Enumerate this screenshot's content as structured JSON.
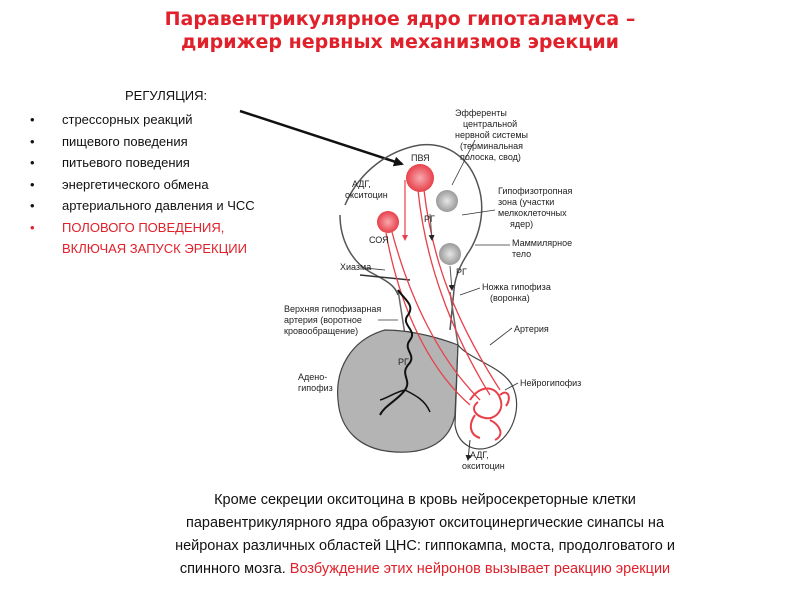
{
  "title": {
    "line1": "Паравентрикулярное  ядро гипоталамуса  –",
    "line2": "дирижер  нервных  механизмов  эрекции"
  },
  "regulation": {
    "heading": "РЕГУЛЯЦИЯ:",
    "bullet": "•",
    "items": [
      "стрессорных реакций",
      "пищевого поведения",
      "питьевого поведения",
      "энергетического обмена",
      "артериального давления и ЧСС"
    ],
    "highlight_line1": "ПОЛОВОГО ПОВЕДЕНИЯ,",
    "highlight_line2": "ВКЛЮЧАЯ ЗАПУСК ЭРЕКЦИИ"
  },
  "diagram": {
    "pvn": "ПВЯ",
    "adh_oxy_top_1": "АДГ,",
    "adh_oxy_top_2": "окситоцин",
    "son": "СОЯ",
    "rg1": "РГ",
    "rg2": "РГ",
    "rg3": "РГ",
    "efferents": [
      "Эфференты",
      "центральной",
      "нервной системы",
      "(терминальная",
      "полоска, свод)"
    ],
    "hypophysiotropic": [
      "Гипофизотропная",
      "зона (участки",
      "мелкоклеточных",
      "ядер)"
    ],
    "mammillary": [
      "Маммилярное",
      "тело"
    ],
    "chiasm": "Хиазма",
    "infundibulum": [
      "Ножка гипофиза",
      "(воронка)"
    ],
    "sup_artery": [
      "Верхняя гипофизарная",
      "артерия (воротное",
      "кровообращение)"
    ],
    "artery": "Артерия",
    "adenohypophysis": [
      "Адено-",
      "гипофиз"
    ],
    "neurohypophysis": "Нейрогипофиз",
    "adh_oxy_bottom_1": "АДГ,",
    "adh_oxy_bottom_2": "окситоцин"
  },
  "bottom_text": {
    "line1": "Кроме  секреции окситоцина в кровь нейросекреторные клетки",
    "line2": "паравентрикулярного ядра образуют окситоцинергические синапсы на",
    "line3": "нейронах различных областей ЦНС: гиппокампа, моста, продолговатого и",
    "line4_black": "спинного мозга. ",
    "line4_red": "Возбуждение этих нейронов вызывает реакцию эрекции"
  },
  "colors": {
    "accent_red": "#e0202a",
    "gland_gray": "#b4b4b4",
    "neuron_red": "#e8404a"
  }
}
